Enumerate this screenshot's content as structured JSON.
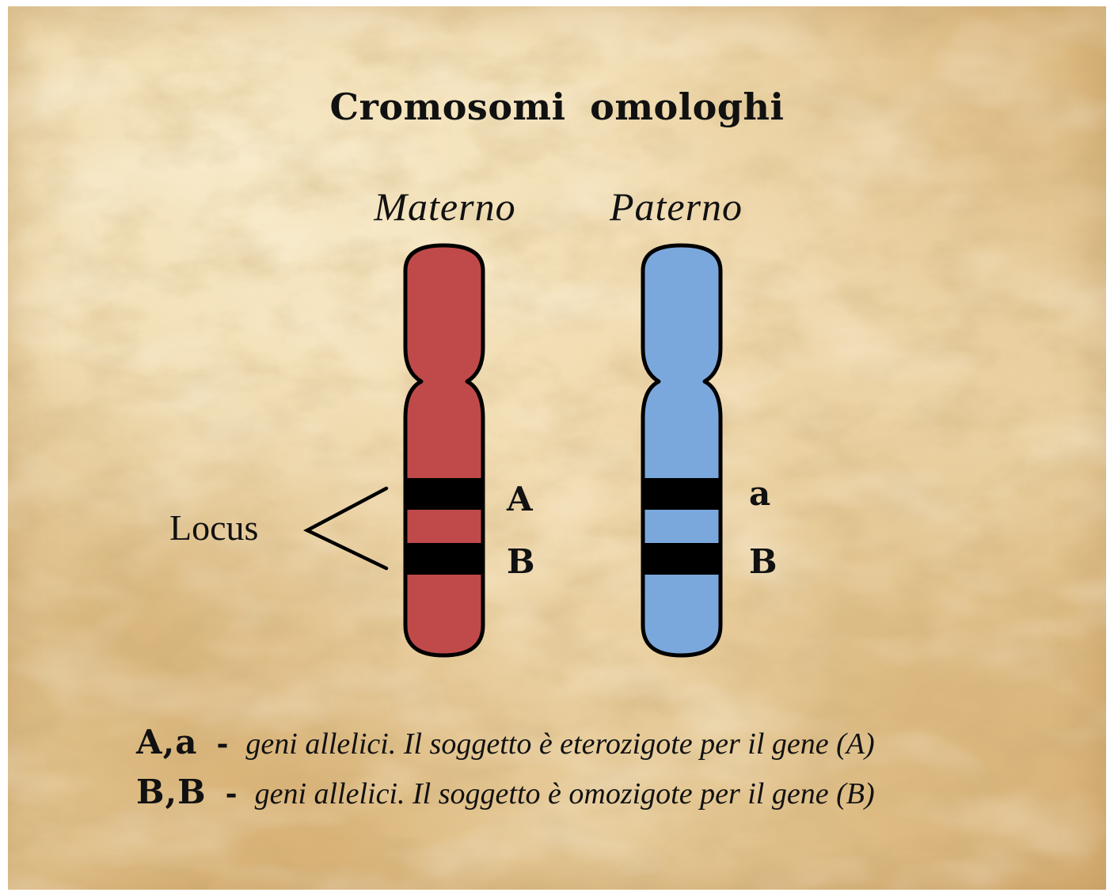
{
  "title": "Cromosomi  omologhi",
  "chromosomes": [
    {
      "label": "Materno",
      "color": "#c04a4a",
      "band_alleles": [
        "A",
        "B"
      ]
    },
    {
      "label": "Paterno",
      "color": "#7ba8dc",
      "band_alleles": [
        "a",
        "B"
      ]
    }
  ],
  "locus_label": "Locus",
  "legend": [
    {
      "key": "A,a",
      "dash": "-",
      "text": "geni allelici.  Il soggetto è eterozigote per il gene (A)"
    },
    {
      "key": "B,B",
      "dash": "-",
      "text": "geni allelici. Il soggetto è omozigote per il gene (B)"
    }
  ],
  "colors": {
    "background": "#e8cc96",
    "maternal": "#c04a4a",
    "paternal": "#7ba8dc",
    "band": "#000000",
    "outline": "#000000"
  }
}
